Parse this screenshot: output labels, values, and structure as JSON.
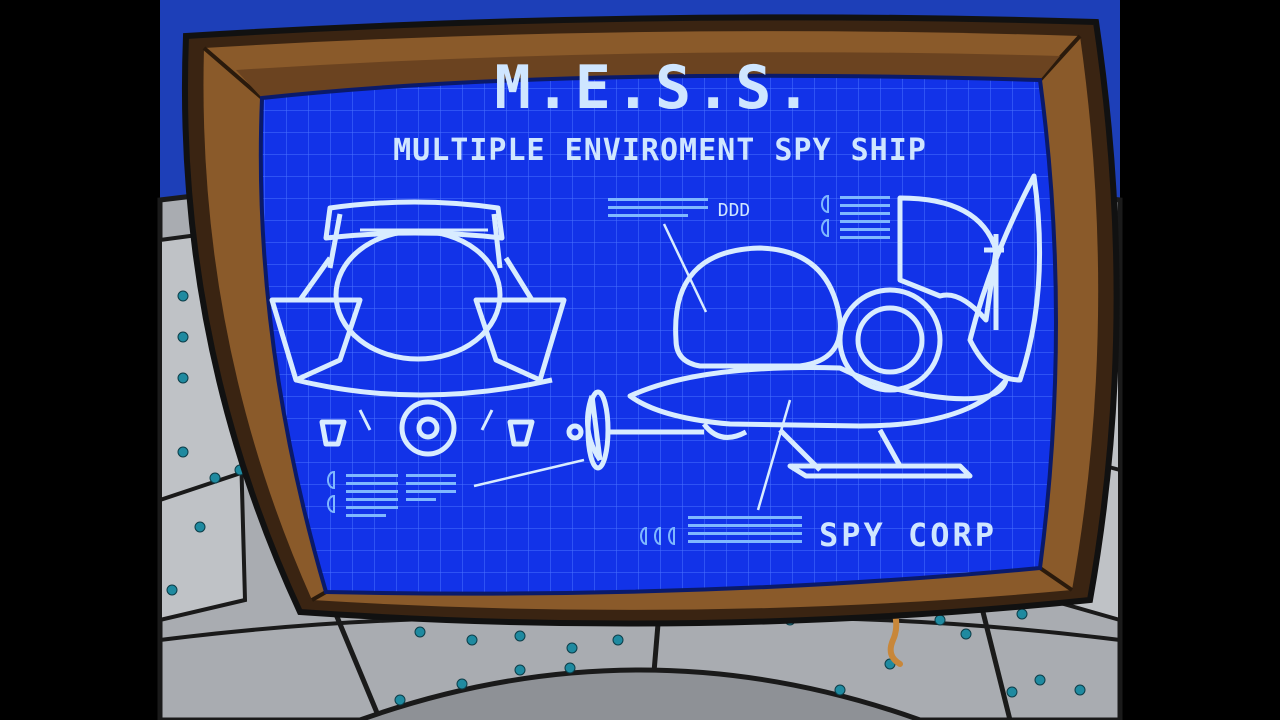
{
  "screen": {
    "title": "M.E.S.S.",
    "subtitle": "MULTIPLE ENVIROMENT SPY SHIP",
    "brand": "SPY CORP",
    "label_ddd": "DDD"
  },
  "colors": {
    "screen_blue": "#1233e8",
    "grid_line": "#4a73ff",
    "blueprint_line": "#d8ecff",
    "frame_brown": "#8a5a2a",
    "metal_gray": "#a9acb1",
    "rivet_teal": "#1f8aa0",
    "background_blue": "#1d3fb8"
  },
  "icons": {
    "ship_front_view": "ship-front-blueprint",
    "ship_side_view": "ship-side-blueprint"
  }
}
